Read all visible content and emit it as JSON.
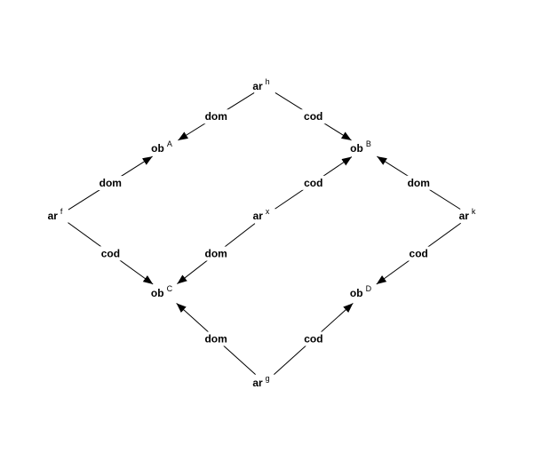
{
  "diagram": {
    "nodes": [
      {
        "id": "ar_h",
        "label": "ar",
        "sup": "h"
      },
      {
        "id": "ob_A",
        "label": "ob",
        "sup": "A"
      },
      {
        "id": "ob_B",
        "label": "ob",
        "sup": "B"
      },
      {
        "id": "ar_f",
        "label": "ar",
        "sup": "f"
      },
      {
        "id": "ar_x",
        "label": "ar",
        "sup": "x"
      },
      {
        "id": "ar_k",
        "label": "ar",
        "sup": "k"
      },
      {
        "id": "ob_C",
        "label": "ob",
        "sup": "C"
      },
      {
        "id": "ob_D",
        "label": "ob",
        "sup": "D"
      },
      {
        "id": "ar_g",
        "label": "ar",
        "sup": "g"
      }
    ],
    "edges": [
      {
        "from": "ar_h",
        "to": "ob_A",
        "label": "dom"
      },
      {
        "from": "ar_h",
        "to": "ob_B",
        "label": "cod"
      },
      {
        "from": "ar_f",
        "to": "ob_A",
        "label": "dom"
      },
      {
        "from": "ar_f",
        "to": "ob_C",
        "label": "cod"
      },
      {
        "from": "ar_x",
        "to": "ob_B",
        "label": "cod"
      },
      {
        "from": "ar_x",
        "to": "ob_C",
        "label": "dom"
      },
      {
        "from": "ar_k",
        "to": "ob_B",
        "label": "dom"
      },
      {
        "from": "ar_k",
        "to": "ob_D",
        "label": "cod"
      },
      {
        "from": "ar_g",
        "to": "ob_C",
        "label": "dom"
      },
      {
        "from": "ar_g",
        "to": "ob_D",
        "label": "cod"
      }
    ]
  }
}
